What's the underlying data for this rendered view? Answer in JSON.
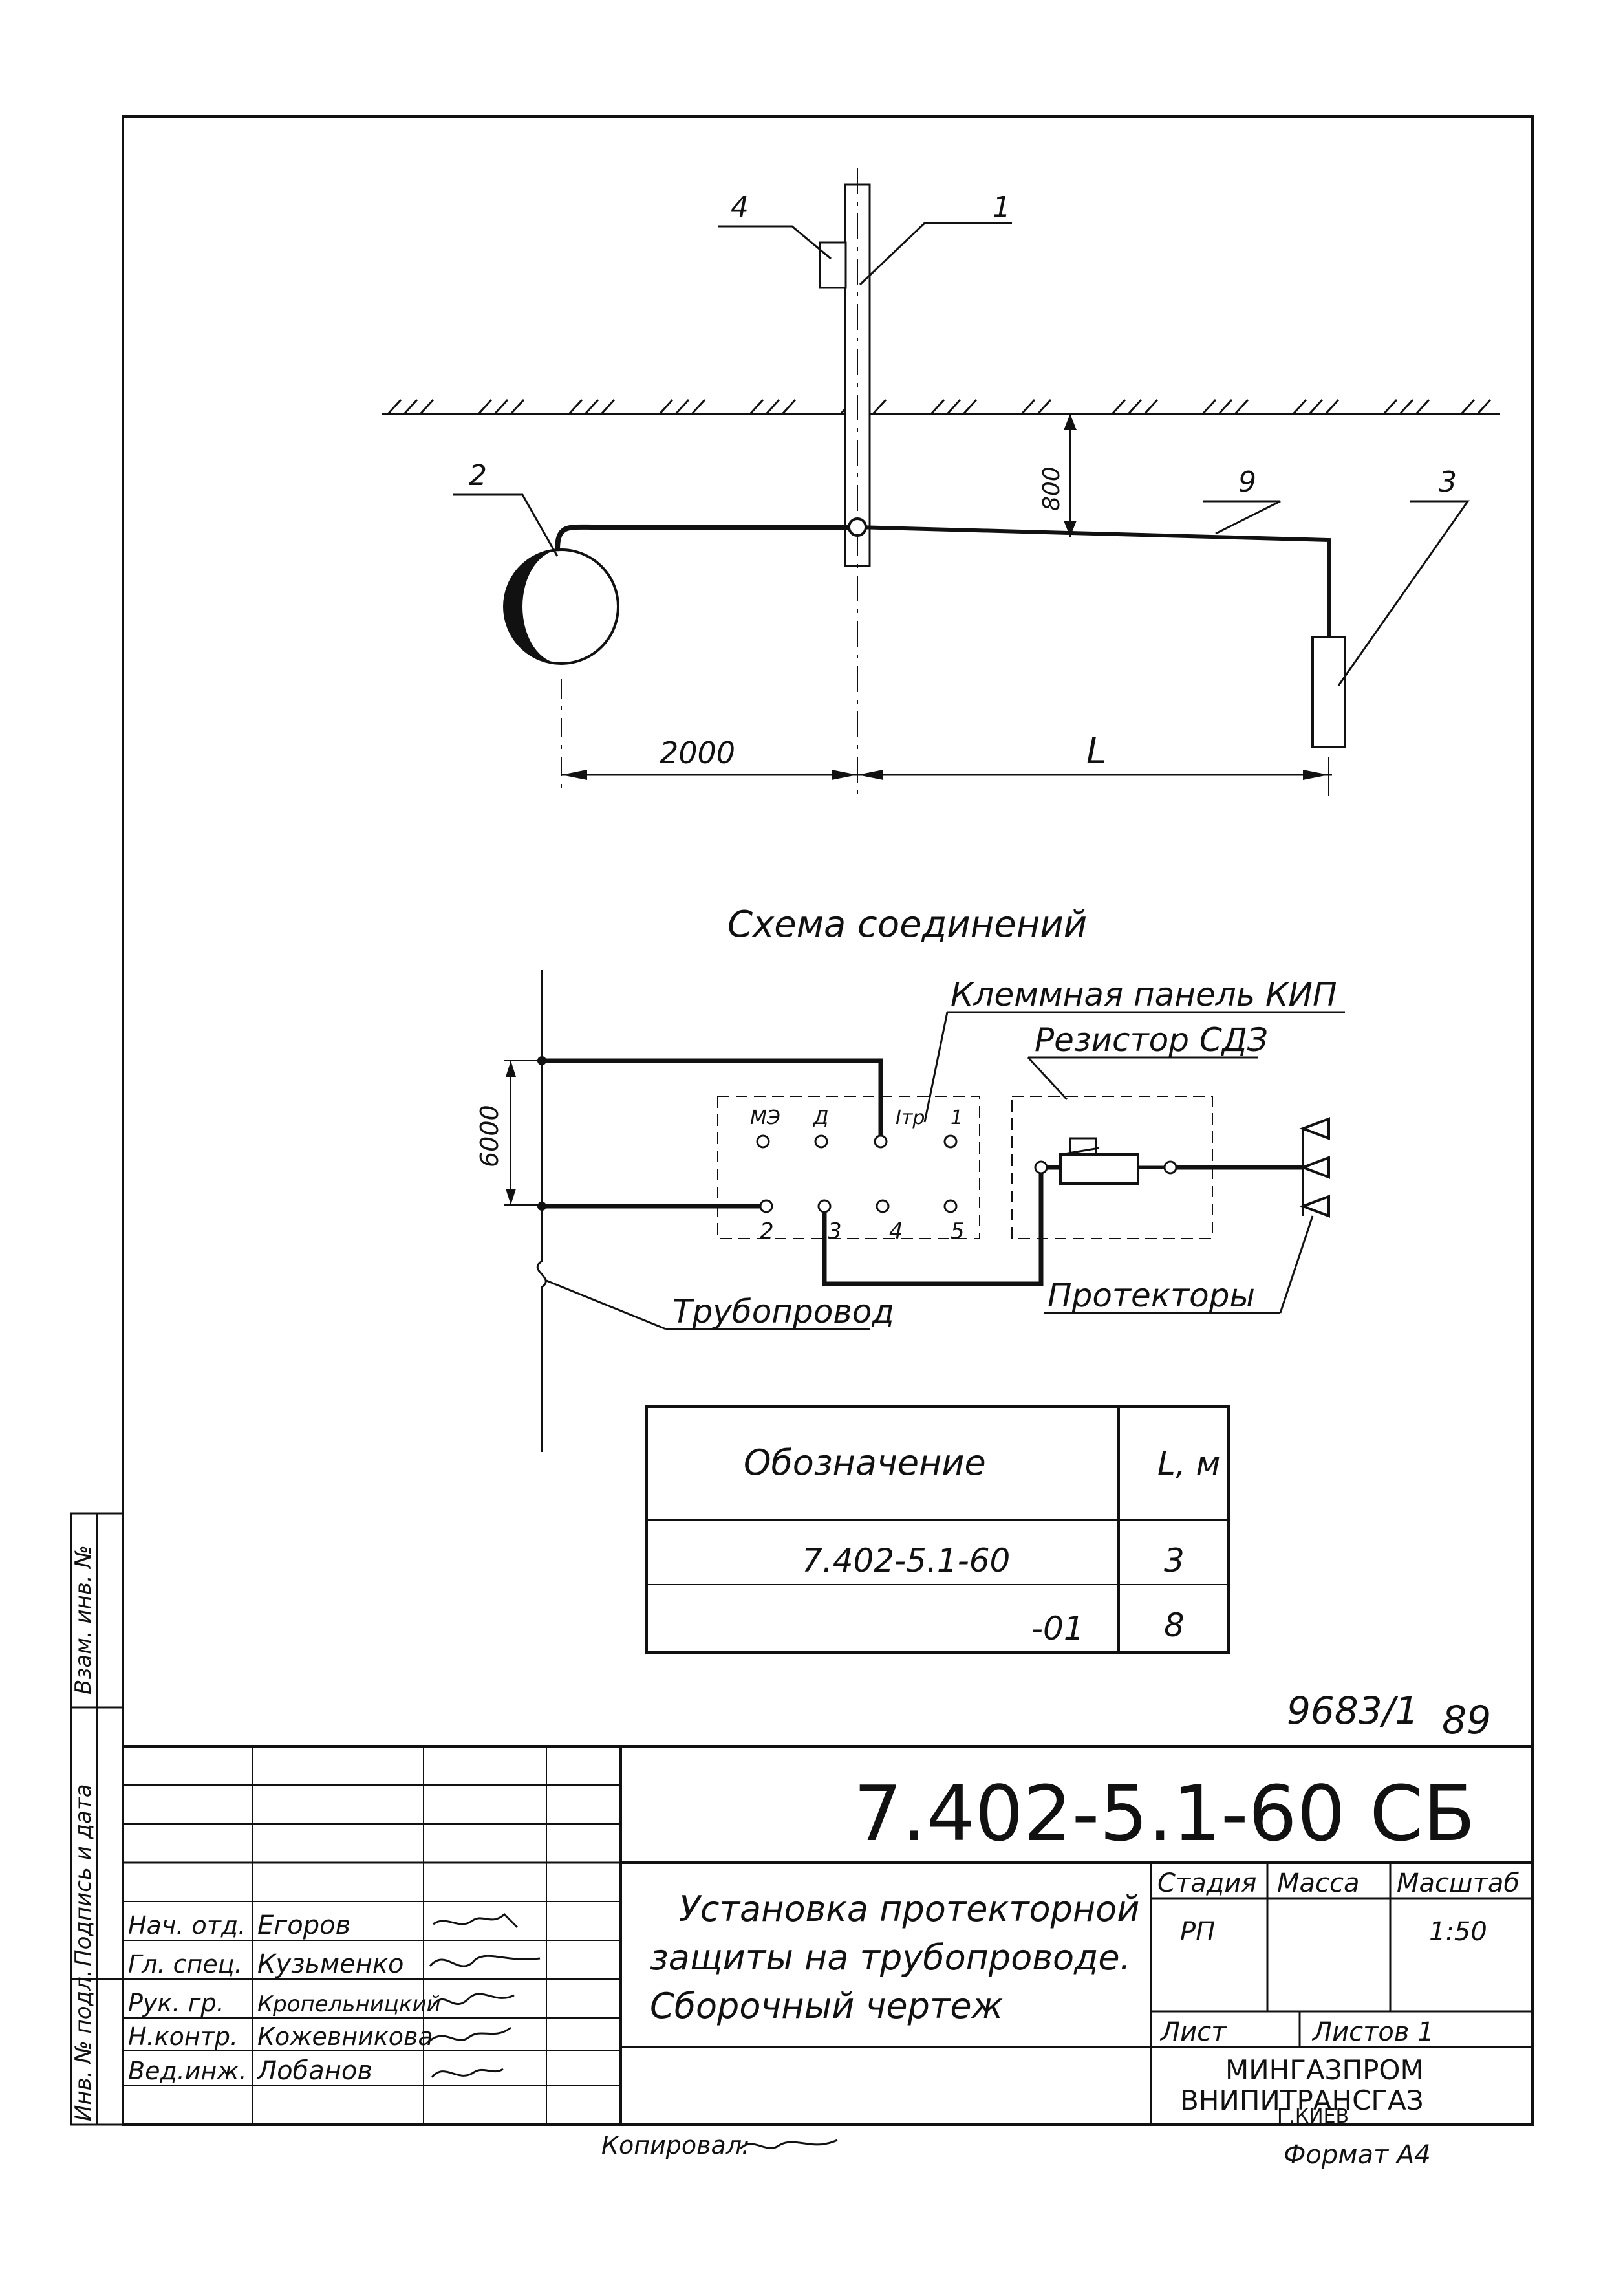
{
  "drawing": {
    "callouts": {
      "c1": "1",
      "c2": "2",
      "c3": "3",
      "c4": "4",
      "c9": "9"
    },
    "depth_label": "800",
    "dim_left": "2000",
    "dim_right": "L"
  },
  "schema": {
    "title": "Схема соединений",
    "panel_label": "Клеммная панель КИП",
    "resistor_label": "Резистор СДЗ",
    "pipeline_label": "Трубопровод",
    "protectors_label": "Протекторы",
    "height_label": "6000",
    "terminals": {
      "me": "МЭ",
      "d": "Д",
      "itr": "Iтр",
      "t1": "1",
      "t2": "2",
      "t3": "3",
      "t4": "4",
      "t5": "5"
    }
  },
  "table": {
    "header_designation": "Обозначение",
    "header_length": "L, м",
    "rows": [
      {
        "designation": "7.402-5.1-60",
        "length": "3"
      },
      {
        "designation": "-01",
        "length": "8"
      }
    ]
  },
  "stamp": {
    "number": "9683/1",
    "year": "89",
    "doc_code": "7.402-5.1-60 СБ",
    "title_line1": "Установка протекторной",
    "title_line2": "защиты на трубопроводе.",
    "title_line3": "Сборочный чертеж",
    "stage_header": "Стадия",
    "mass_header": "Масса",
    "scale_header": "Масштаб",
    "stage_value": "РП",
    "scale_value": "1:50",
    "sheet_label": "Лист",
    "sheets_label": "Листов 1",
    "org_line1": "МИНГАЗПРОМ",
    "org_line2": "ВНИПИТРАНСГАЗ",
    "org_line3": "Г.КИЕВ",
    "roles": [
      {
        "role": "Нач. отд.",
        "name": "Егоров"
      },
      {
        "role": "Гл. спец.",
        "name": "Кузьменко"
      },
      {
        "role": "Рук. гр.",
        "name": "Кропельницкий"
      },
      {
        "role": "Н.контр.",
        "name": "Кожевникова"
      },
      {
        "role": "Вед.инж.",
        "name": "Лобанов"
      }
    ],
    "side_labels": {
      "inv_replace": "Взам. инв. №",
      "sign_date": "Подпись и дата",
      "inv_orig": "Инв. № подл."
    },
    "copied_label": "Копировал:",
    "format_label": "Формат А4"
  },
  "colors": {
    "ink": "#111111",
    "paper": "#ffffff"
  }
}
